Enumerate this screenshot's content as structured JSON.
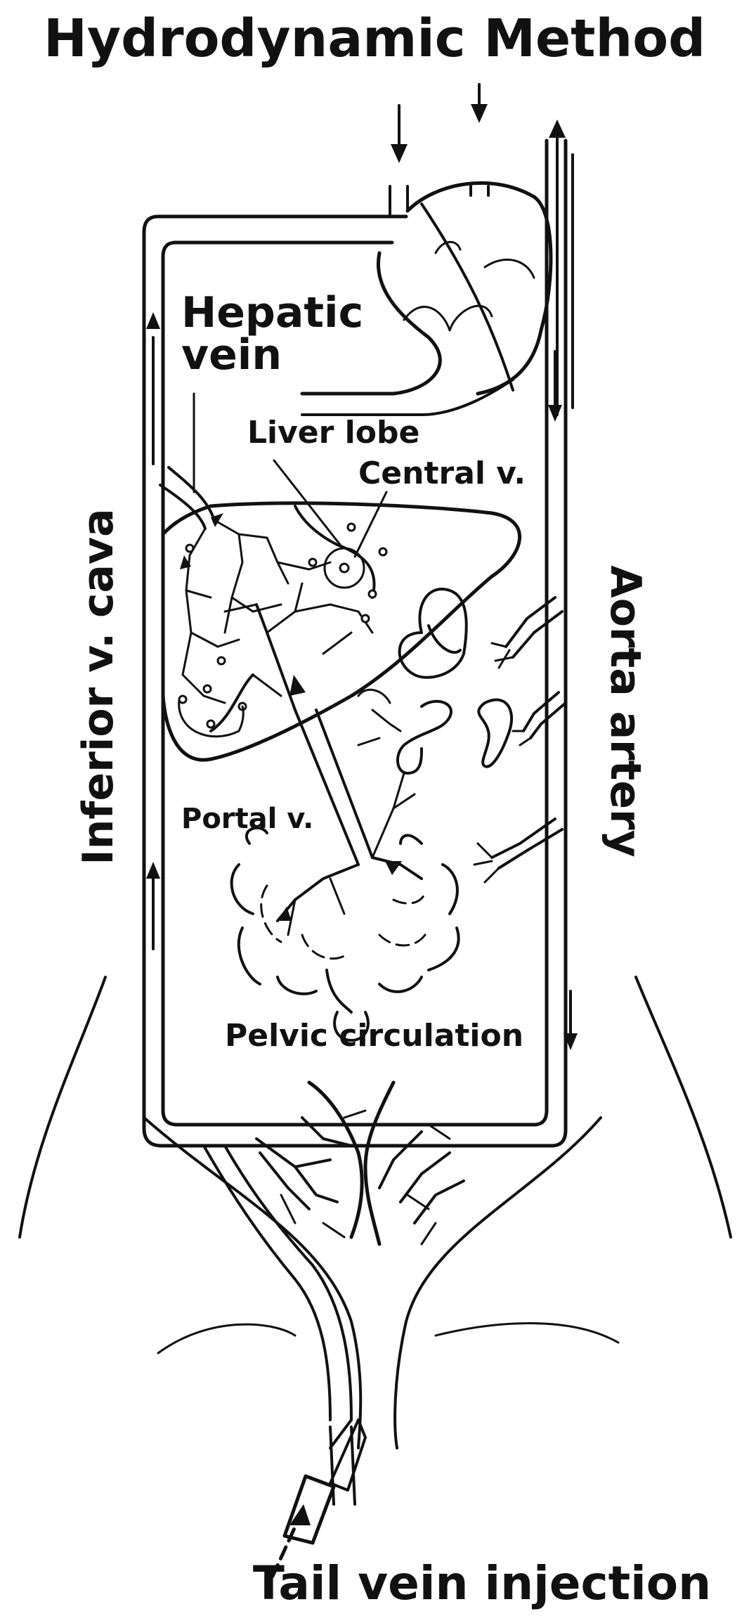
{
  "title": "Hydrodynamic Method",
  "labels": {
    "hepatic_vein_line1": "Hepatic",
    "hepatic_vein_line2": "vein",
    "liver_lobe": "Liver lobe",
    "central_vein": "Central v.",
    "inferior_vena_cava": "Inferior v. cava",
    "aorta_artery": "Aorta artery",
    "portal_vein": "Portal v.",
    "pelvic_circulation": "Pelvic circulation",
    "tail_vein_injection": "Tail vein injection"
  }
}
